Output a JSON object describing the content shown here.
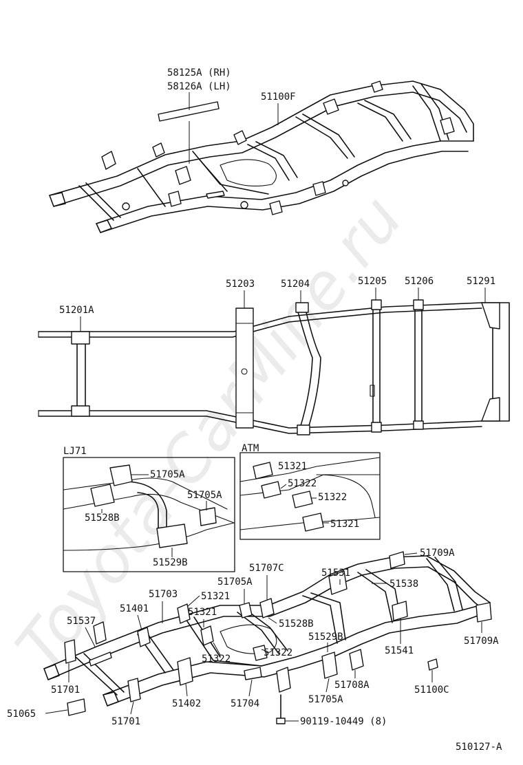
{
  "watermark": "Toyota-CarMine.ru",
  "diagram_code": "510127-A",
  "insets": {
    "lj71": {
      "title": "LJ71"
    },
    "atm": {
      "title": "ATM"
    }
  },
  "labels": {
    "p58125a": "58125A (RH)",
    "p58126a": "58126A (LH)",
    "p51100f": "51100F",
    "p51201a": "51201A",
    "p51203": "51203",
    "p51204": "51204",
    "p51205": "51205",
    "p51206": "51206",
    "p51291": "51291",
    "lj_51705a_1": "51705A",
    "lj_51705a_2": "51705A",
    "lj_51528b": "51528B",
    "lj_51529b": "51529B",
    "atm_51321_1": "51321",
    "atm_51322_1": "51322",
    "atm_51322_2": "51322",
    "atm_51321_2": "51321",
    "p51531": "51531",
    "p51709a_1": "51709A",
    "p51707c": "51707C",
    "p51705a_b": "51705A",
    "p51538": "51538",
    "p51703": "51703",
    "p51321_a": "51321",
    "p51401": "51401",
    "p51321_b": "51321",
    "p51537": "51537",
    "p51528b": "51528B",
    "p51529b": "51529B",
    "p51709a_2": "51709A",
    "p51322_a": "51322",
    "p51322_b": "51322",
    "p51541": "51541",
    "p51701_a": "51701",
    "p51708a": "51708A",
    "p51100c": "51100C",
    "p51065": "51065",
    "p51402": "51402",
    "p51704": "51704",
    "p51705a_c": "51705A",
    "p51701_b": "51701",
    "p90119": "90119-10449 (8)"
  }
}
